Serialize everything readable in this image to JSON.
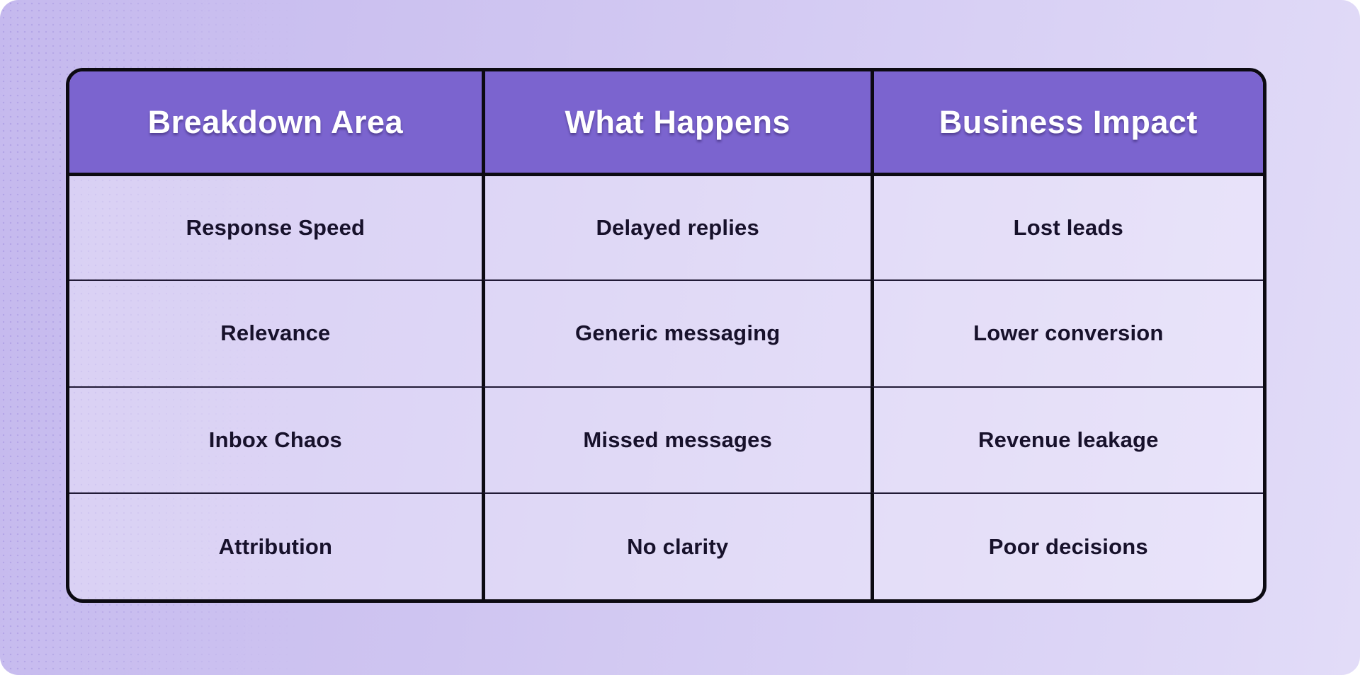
{
  "chart_data": {
    "type": "table",
    "columns": [
      "Breakdown Area",
      "What Happens",
      "Business Impact"
    ],
    "rows": [
      [
        "Response Speed",
        "Delayed replies",
        "Lost leads"
      ],
      [
        "Relevance",
        "Generic messaging",
        "Lower conversion"
      ],
      [
        "Inbox Chaos",
        "Missed messages",
        "Revenue leakage"
      ],
      [
        "Attribution",
        "No clarity",
        "Poor decisions"
      ]
    ]
  },
  "colors": {
    "header_background": "#7b64cf",
    "header_text": "#ffffff",
    "body_text": "#17112b",
    "table_border": "#0c0a12",
    "page_gradient_start": "#c5b9ee",
    "page_gradient_end": "#e2dcf8"
  }
}
